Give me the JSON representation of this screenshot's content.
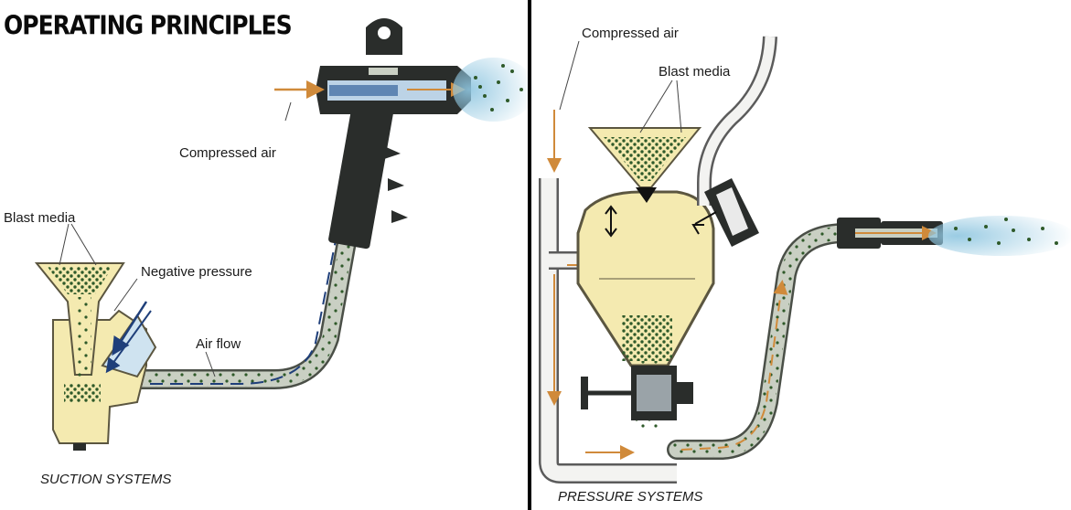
{
  "title": "OPERATING PRINCIPLES",
  "left_panel": {
    "labels": {
      "compressed_air": "Compressed air",
      "blast_media": "Blast media",
      "negative_pressure": "Negative pressure",
      "air_flow": "Air flow"
    },
    "caption": "SUCTION SYSTEMS"
  },
  "right_panel": {
    "labels": {
      "compressed_air": "Compressed air",
      "blast_media": "Blast media"
    },
    "caption": "PRESSURE SYSTEMS"
  },
  "colors": {
    "hopper_fill": "#f4eab0",
    "hose_fill": "#c9cfc3",
    "hose_outline": "#4a4f47",
    "media_dots": "#2f5a2a",
    "gun_body": "#2a2d2b",
    "arrow_orange": "#d08a3a",
    "arrow_blue": "#1f3f7a",
    "spray": "#8fc6e0"
  }
}
